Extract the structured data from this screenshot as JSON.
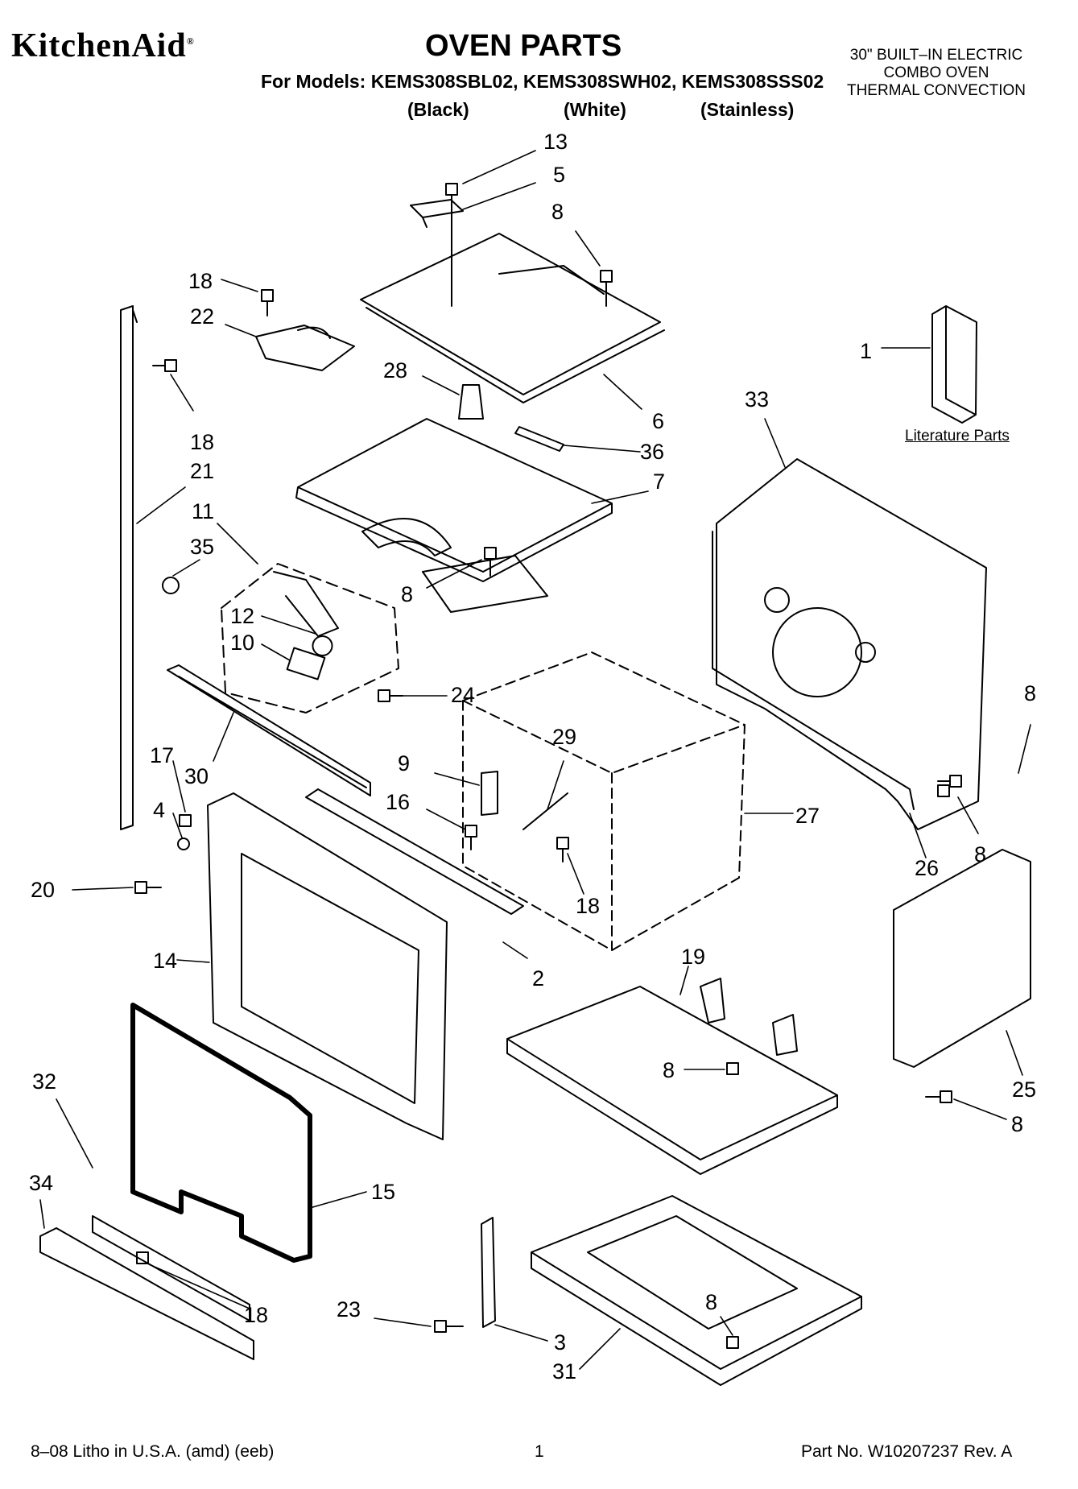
{
  "header": {
    "brand": "KitchenAid",
    "title": "OVEN PARTS",
    "models_line": "For Models: KEMS308SBL02, KEMS308SWH02, KEMS308SSS02",
    "variants": [
      "(Black)",
      "(White)",
      "(Stainless)"
    ],
    "oven_type": [
      "30\" BUILT–IN ELECTRIC",
      "COMBO OVEN",
      "THERMAL CONVECTION"
    ]
  },
  "literature_label": "Literature Parts",
  "callouts": [
    "13",
    "5",
    "8",
    "18",
    "22",
    "28",
    "6",
    "36",
    "7",
    "18",
    "21",
    "11",
    "35",
    "12",
    "10",
    "8",
    "24",
    "30",
    "17",
    "4",
    "20",
    "9",
    "29",
    "16",
    "18",
    "27",
    "14",
    "2",
    "33",
    "1",
    "8",
    "8",
    "26",
    "19",
    "8",
    "25",
    "8",
    "32",
    "34",
    "15",
    "18",
    "23",
    "3",
    "31",
    "8"
  ],
  "footer": {
    "left": "8–08 Litho in U.S.A. (amd) (eeb)",
    "page": "1",
    "right": "Part No. W10207237 Rev. A"
  }
}
